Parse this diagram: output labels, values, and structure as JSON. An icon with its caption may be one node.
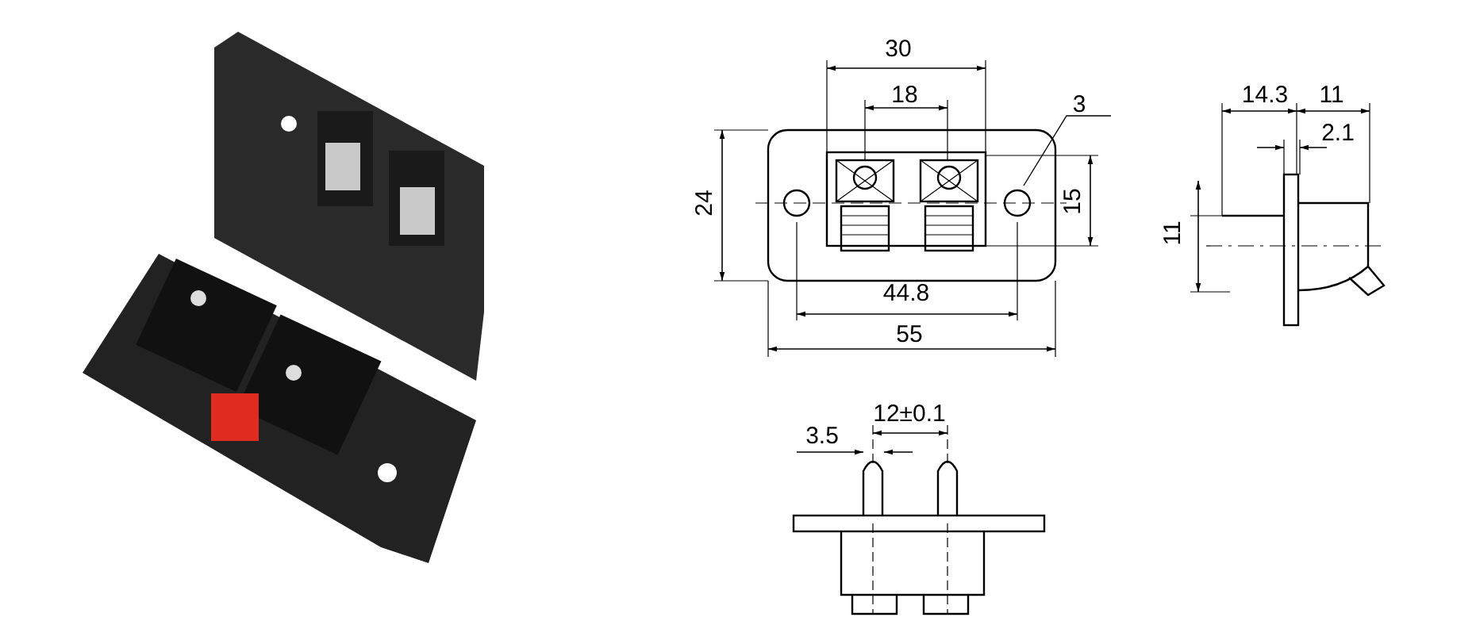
{
  "diagram": {
    "labels": [
      "30",
      "18",
      "3",
      "24",
      "15",
      "44.8",
      "55",
      "14.3",
      "11",
      "2.1",
      "11",
      "3.5",
      "12±0.1"
    ]
  }
}
